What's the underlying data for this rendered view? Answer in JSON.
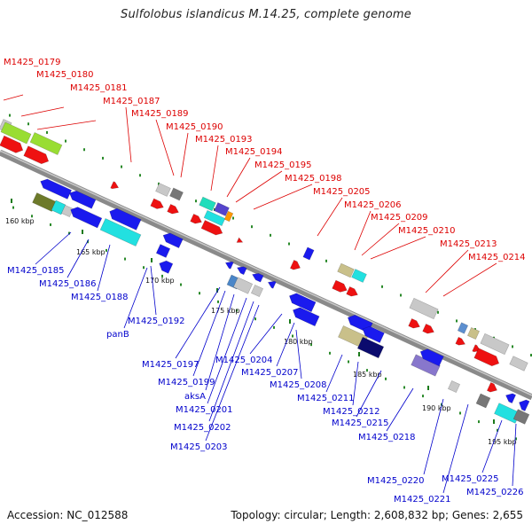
{
  "title": "Sulfolobus islandicus M.14.25, complete genome",
  "accession": "Accession: NC_012588",
  "summary": "Topology: circular; Length: 2,608,832 bp; Genes: 2,655",
  "colors": {
    "forward_label": "#dd0000",
    "reverse_label": "#0000cc",
    "backbone": "#888888",
    "tick": "#1a7a1a"
  },
  "scale_ticks": [
    "160 kbp",
    "165 kbp",
    "170 kbp",
    "175 kbp",
    "180 kbp",
    "185 kbp",
    "190 kbp",
    "195 kbp"
  ],
  "forward_labels": [
    "M1425_0179",
    "M1425_0180",
    "M1425_0181",
    "M1425_0187",
    "M1425_0189",
    "M1425_0190",
    "M1425_0193",
    "M1425_0194",
    "M1425_0195",
    "M1425_0198",
    "M1425_0205",
    "M1425_0206",
    "M1425_0209",
    "M1425_0210",
    "M1425_0213",
    "M1425_0214"
  ],
  "reverse_labels": [
    "M1425_0185",
    "M1425_0186",
    "M1425_0188",
    "M1425_0192",
    "panB",
    "M1425_0197",
    "M1425_0199",
    "aksA",
    "M1425_0201",
    "M1425_0202",
    "M1425_0203",
    "M1425_0204",
    "M1425_0207",
    "M1425_0208",
    "M1425_0211",
    "M1425_0212",
    "M1425_0215",
    "M1425_0218",
    "M1425_0220",
    "M1425_0221",
    "M1425_0225",
    "M1425_0226"
  ]
}
